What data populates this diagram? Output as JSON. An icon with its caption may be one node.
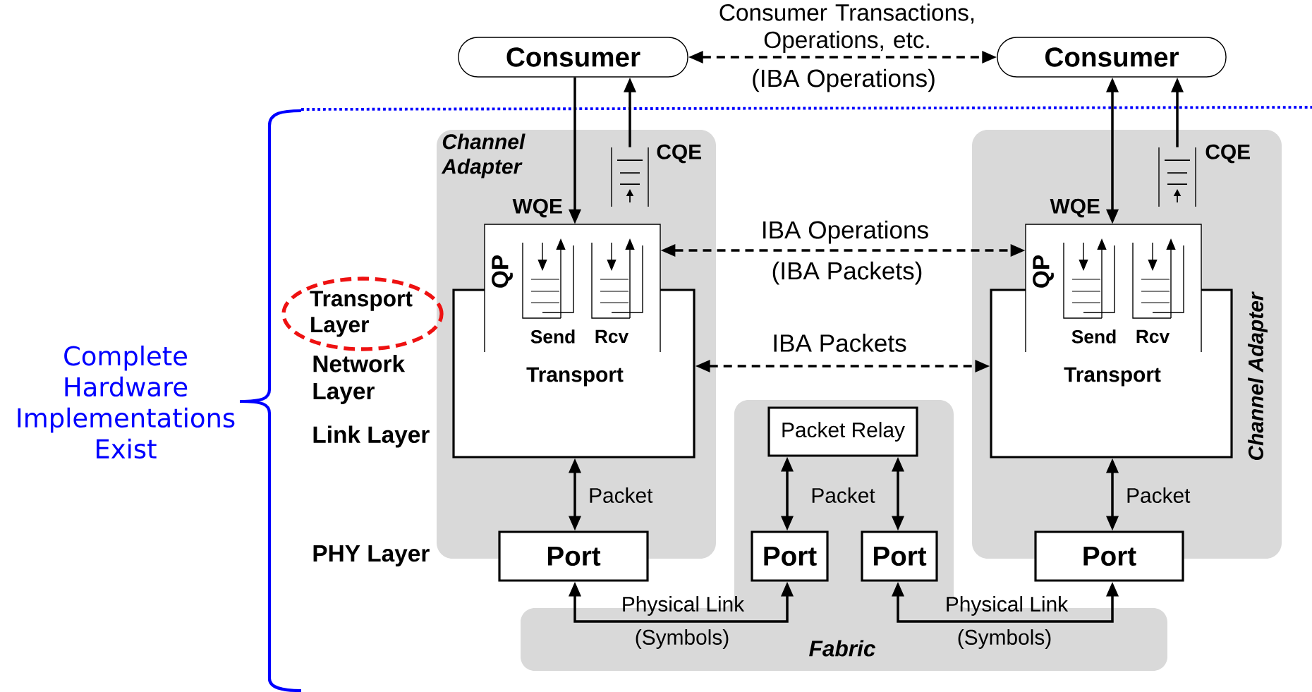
{
  "diagram": {
    "nodes": [
      {
        "text": [
          "Consumer"
        ]
      },
      {
        "text": [
          "Consumer"
        ]
      },
      {
        "text": [
          "Channel Adapter"
        ]
      },
      {
        "text": [
          "Transport"
        ],
        "in": 2
      },
      {
        "text": [
          "QP",
          "Send",
          "Rcv"
        ],
        "in": 2
      },
      {
        "text": [],
        "shape": "queue",
        "beside": [
          "CQE"
        ],
        "in": 2
      },
      {
        "text": [
          "Port"
        ]
      },
      {
        "text": [
          "Fabric"
        ]
      },
      {
        "text": [
          "Packet Relay"
        ],
        "in": 7
      },
      {
        "text": [
          "Port"
        ],
        "in": 7
      },
      {
        "text": [
          "Port"
        ],
        "in": 7
      },
      {
        "text": [
          "Channel Adapter"
        ]
      },
      {
        "text": [
          "Transport"
        ],
        "in": 11
      },
      {
        "text": [
          "QP",
          "Send",
          "Rcv"
        ],
        "in": 11
      },
      {
        "text": [],
        "shape": "queue",
        "beside": [
          "CQE"
        ],
        "in": 11
      },
      {
        "text": [
          "Port"
        ]
      },
      {
        "text": [
          "Transport Layer"
        ]
      }
    ],
    "edges": [
      {
        "from": 0,
        "to": 1,
        "arrow": "both",
        "style": "dashed",
        "label": "Consumer Transactions, Operations, etc."
      },
      {
        "from": 0,
        "to": 4,
        "arrow": "to",
        "label": "WQE"
      },
      {
        "from": 5,
        "to": 0,
        "arrow": "to"
      },
      {
        "from": 13,
        "to": 1,
        "arrow": "both",
        "label": "WQE"
      },
      {
        "from": 14,
        "to": 1,
        "arrow": "to"
      },
      {
        "from": 4,
        "to": 13,
        "arrow": "both",
        "style": "dashed",
        "label": "IBA Operations"
      },
      {
        "from": 3,
        "to": 12,
        "arrow": "both",
        "style": "dashed",
        "label": "IBA Packets"
      },
      {
        "from": 3,
        "to": 6,
        "arrow": "both",
        "label": "Packet"
      },
      {
        "from": 8,
        "to": 9,
        "arrow": "both",
        "label": "Packet"
      },
      {
        "from": 8,
        "to": 10,
        "arrow": "both"
      },
      {
        "from": 12,
        "to": 15,
        "arrow": "both",
        "label": "Packet"
      },
      {
        "from": 6,
        "to": 9,
        "arrow": "both",
        "label": "Physical Link"
      },
      {
        "from": 10,
        "to": 15,
        "arrow": "both",
        "label": "Physical Link"
      }
    ],
    "labels": [
      "(IBA Operations)",
      "(IBA Packets)",
      "Network Layer",
      "Complete Hardware Implementations Exist",
      "Link Layer",
      "PHY Layer",
      "(Symbols)",
      "(Symbols)"
    ]
  }
}
